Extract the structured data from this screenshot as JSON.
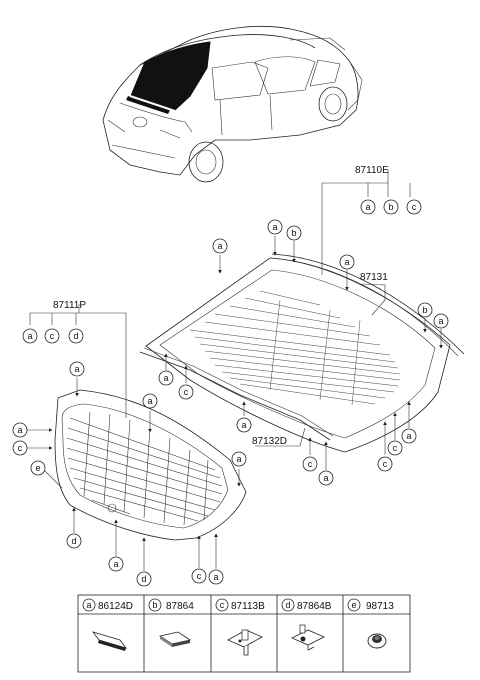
{
  "part_numbers": {
    "rear_glass_assy": "87110E",
    "rear_glass_main": "87131",
    "hatch_glass_assy": "87111P",
    "molding": "87132D"
  },
  "assy_refs": {
    "rear_glass": [
      "a",
      "b",
      "c"
    ],
    "hatch_glass": [
      "a",
      "c",
      "d"
    ]
  },
  "callouts": [
    "a",
    "b",
    "a",
    "a",
    "b",
    "a",
    "a",
    "b",
    "a",
    "a",
    "e",
    "a",
    "a",
    "a",
    "d",
    "a",
    "d",
    "a",
    "c",
    "c",
    "c",
    "c",
    "a",
    "c",
    "a",
    "a",
    "c",
    "c",
    "a",
    "d"
  ],
  "legend": [
    {
      "letter": "a",
      "part": "86124D",
      "icon": "strip-tape-icon"
    },
    {
      "letter": "b",
      "part": "87864",
      "icon": "pad-icon"
    },
    {
      "letter": "c",
      "part": "87113B",
      "icon": "bracket-icon"
    },
    {
      "letter": "d",
      "part": "87864B",
      "icon": "clip-icon"
    },
    {
      "letter": "e",
      "part": "98713",
      "icon": "grommet-icon"
    }
  ]
}
